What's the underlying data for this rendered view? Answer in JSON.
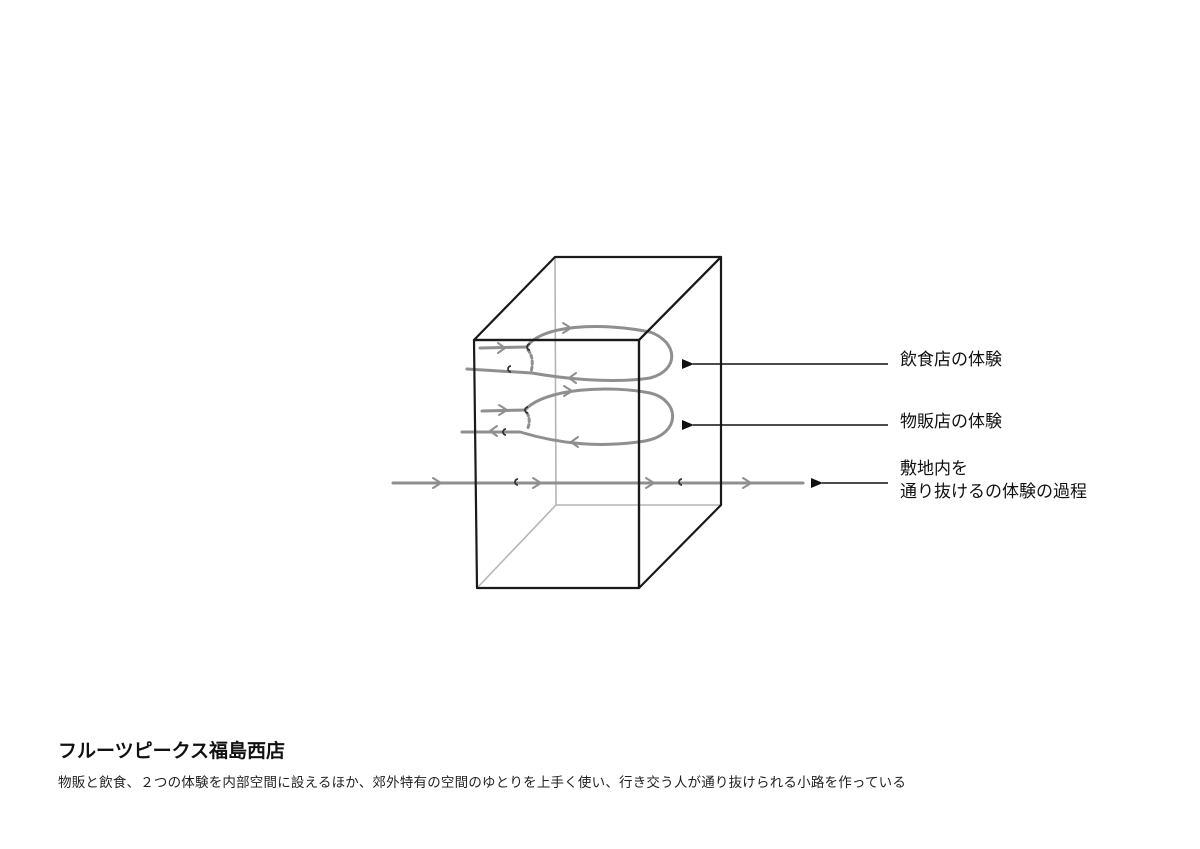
{
  "annotations": {
    "dining": "飲食店の体験",
    "retail": "物販店の体験",
    "passage_line1": "敷地内を",
    "passage_line2": "通り抜けるの体験の過程"
  },
  "footer": {
    "title": "フルーツピークス福島西店",
    "caption": "物販と飲食、２つの体験を内部空間に設えるほか、郊外特有の空間のゆとりを上手く使い、行き交う人が通り抜けられる小路を作っている"
  },
  "colors": {
    "box_edge": "#1a1a1a",
    "hidden_edge": "#b5b5b5",
    "path": "#8f8f8f",
    "pointer": "#111111"
  }
}
